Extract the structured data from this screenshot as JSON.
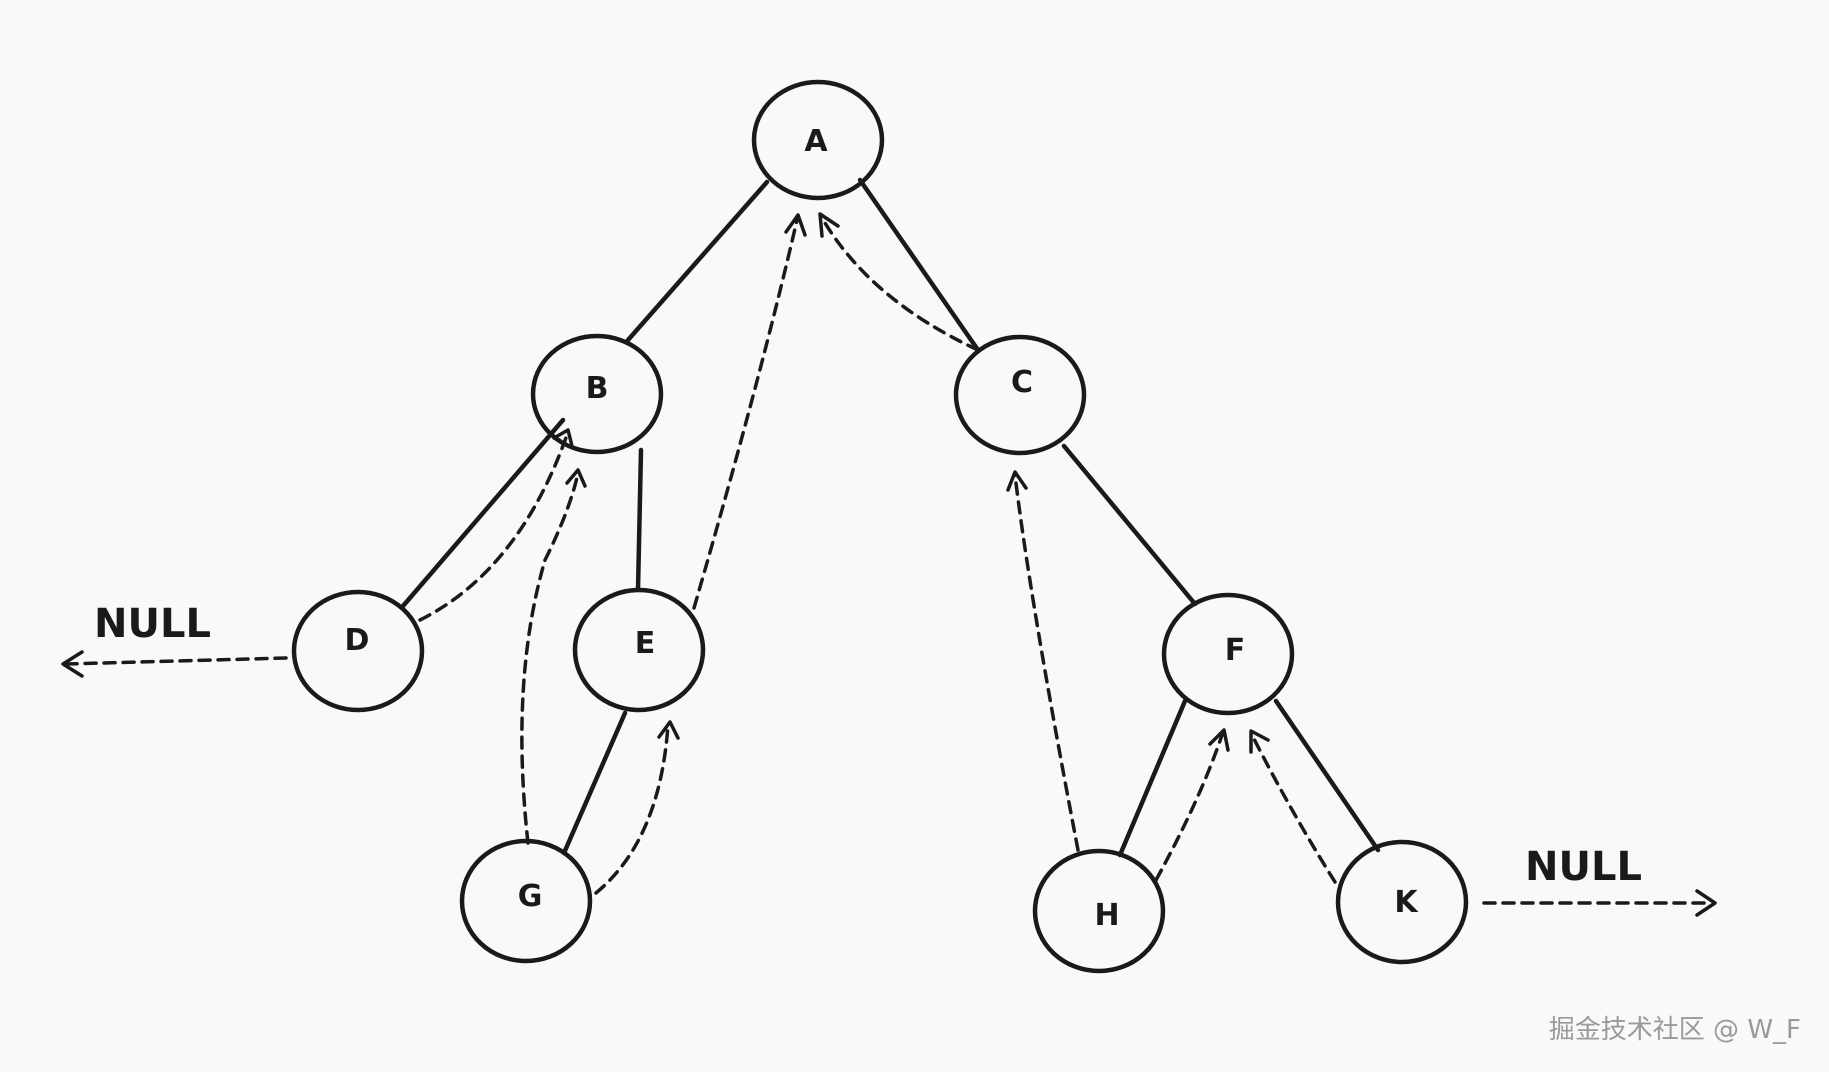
{
  "nodes": {
    "A": "A",
    "B": "B",
    "C": "C",
    "D": "D",
    "E": "E",
    "F": "F",
    "G": "G",
    "H": "H",
    "K": "K"
  },
  "tree_edges": [
    [
      "A",
      "B"
    ],
    [
      "A",
      "C"
    ],
    [
      "B",
      "D"
    ],
    [
      "B",
      "E"
    ],
    [
      "E",
      "G"
    ],
    [
      "C",
      "F"
    ],
    [
      "F",
      "H"
    ],
    [
      "F",
      "K"
    ]
  ],
  "threads": [
    {
      "from": "D",
      "to": "B"
    },
    {
      "from": "G",
      "to": "B"
    },
    {
      "from": "G",
      "to": "E"
    },
    {
      "from": "E",
      "to": "A"
    },
    {
      "from": "C",
      "to": "A"
    },
    {
      "from": "H",
      "to": "C"
    },
    {
      "from": "H",
      "to": "F"
    },
    {
      "from": "K",
      "to": "F"
    },
    {
      "from": "D",
      "to": "NULL"
    },
    {
      "from": "K",
      "to": "NULL"
    }
  ],
  "null_left": "NULL",
  "null_right": "NULL",
  "watermark": "掘金技术社区 @ W_F",
  "colors": {
    "background": "#f8f9fa",
    "stroke": "#1a1a1a",
    "watermark": "#9a9a9a"
  }
}
